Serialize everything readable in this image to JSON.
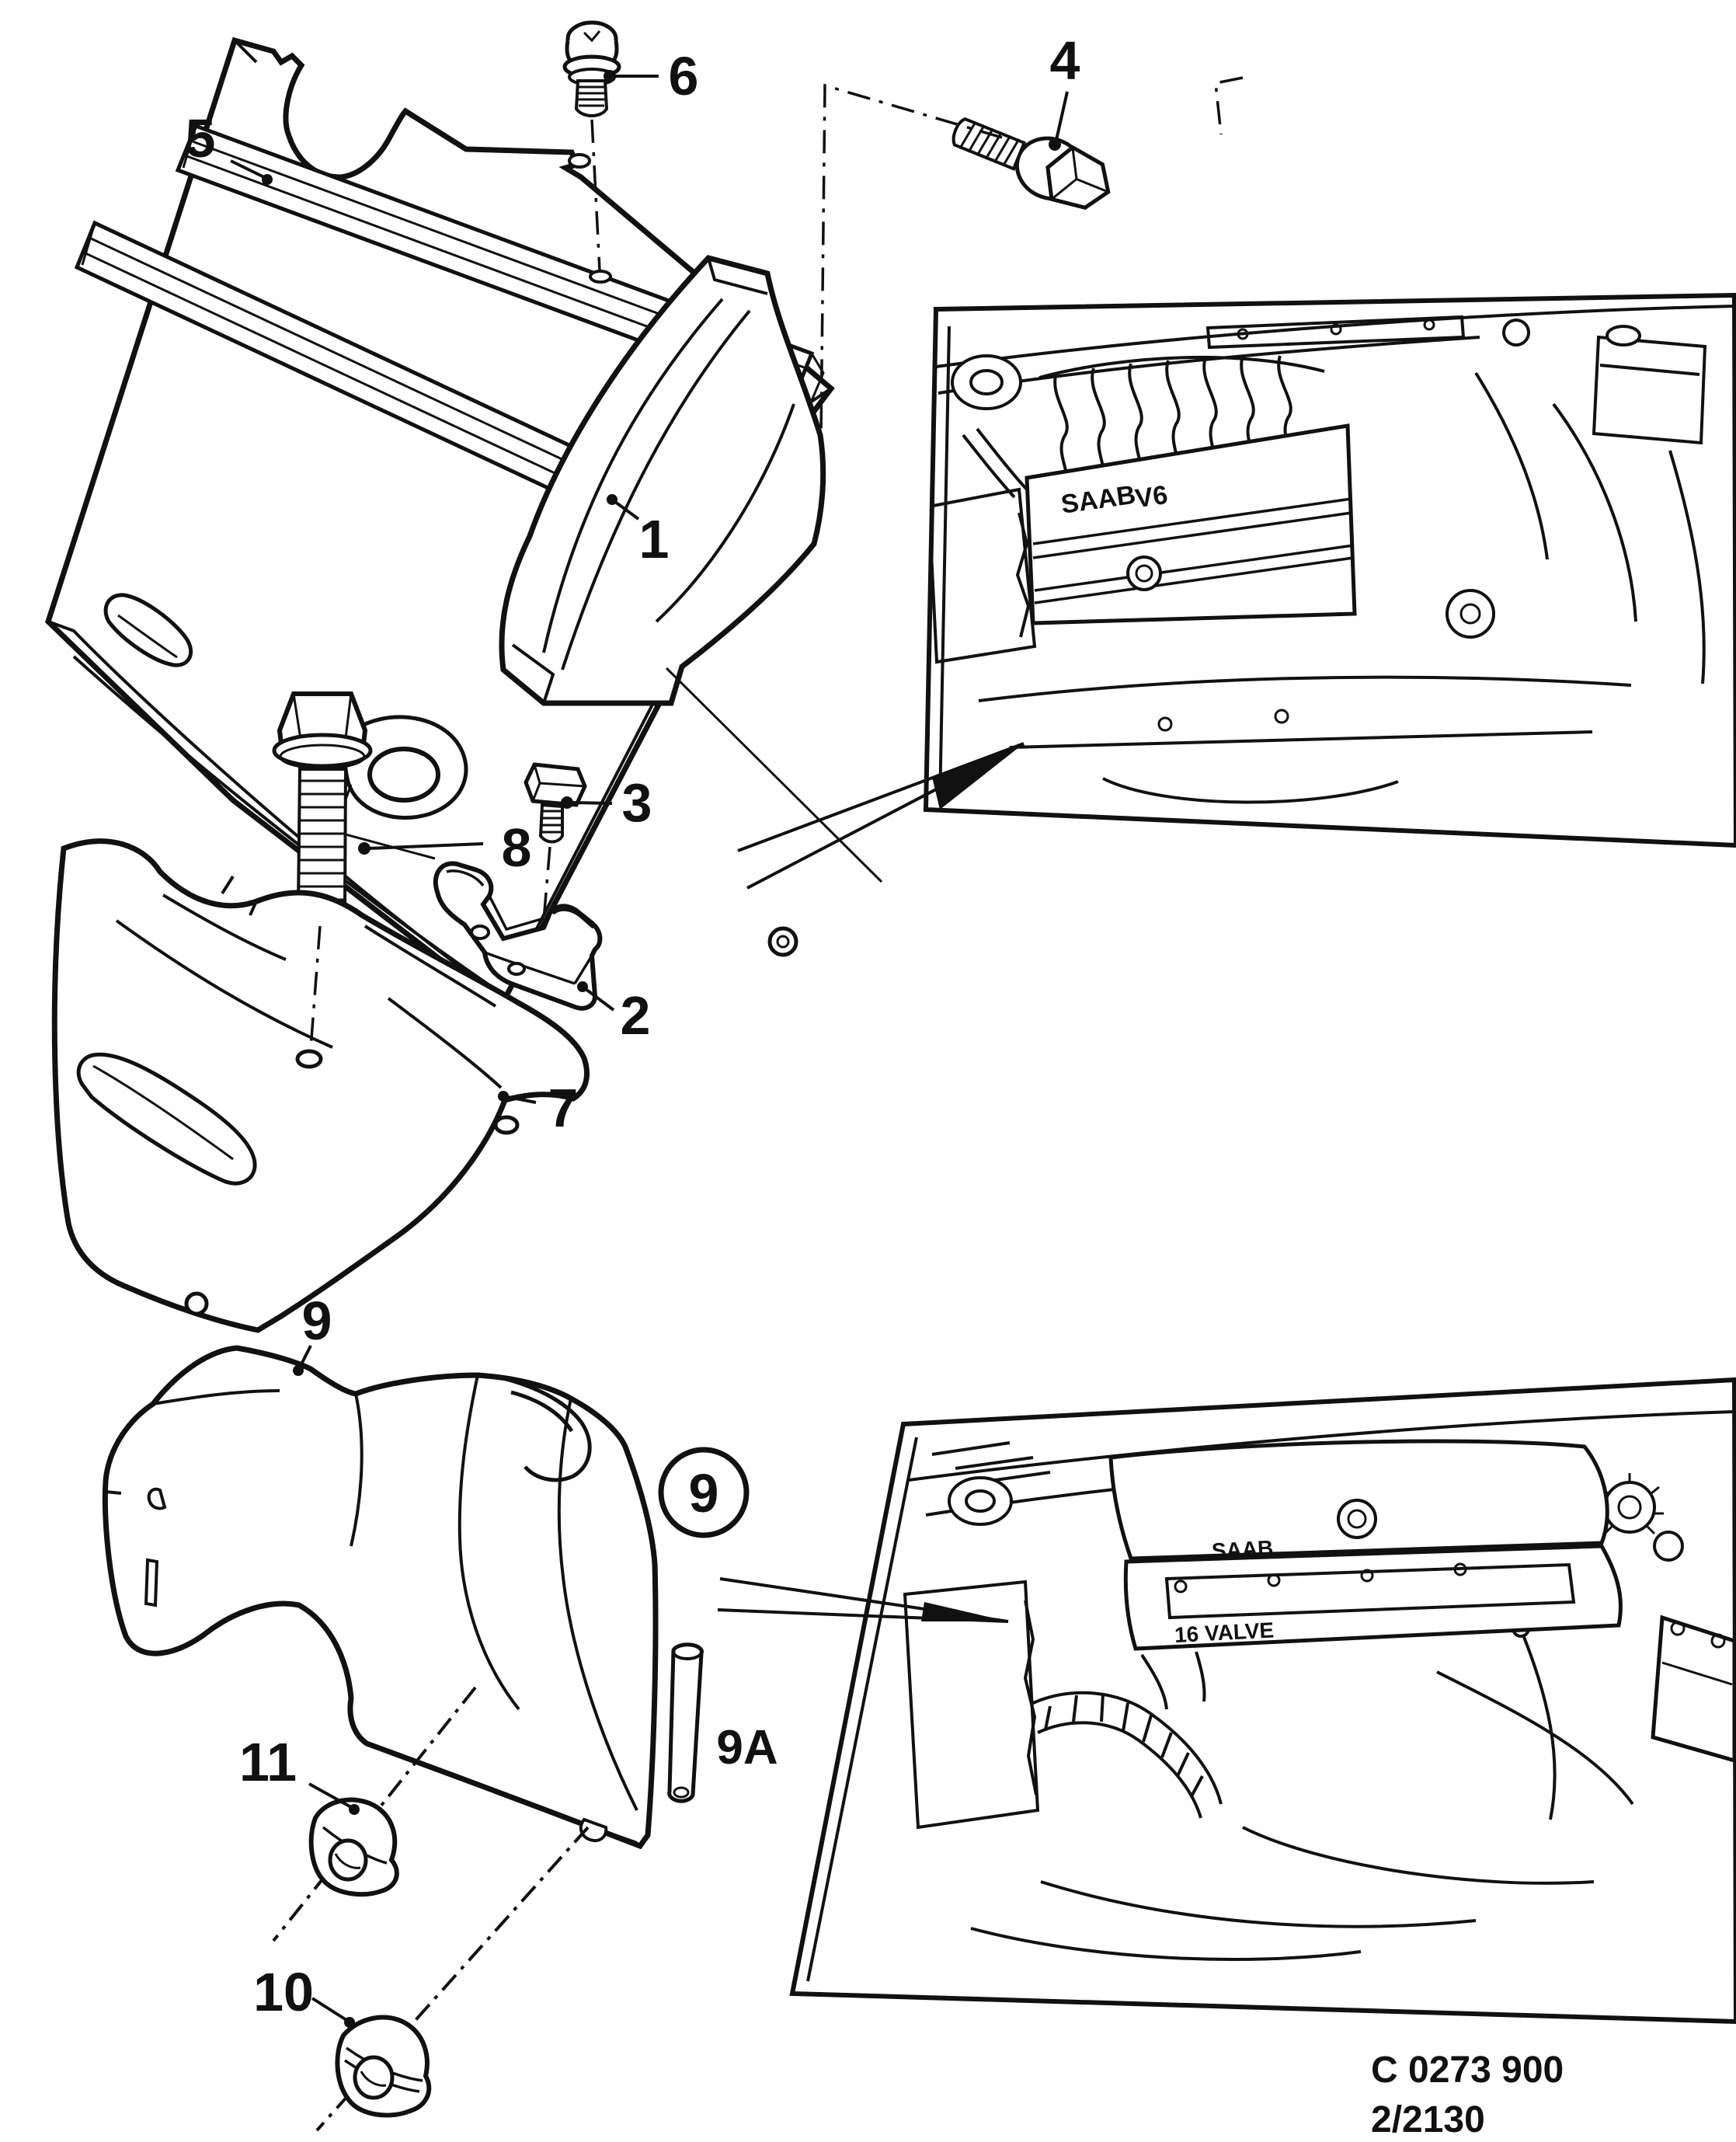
{
  "figure": {
    "kind": "parts-exploded-diagram",
    "footer_code": "C 0273 900",
    "footer_page": "2/2130"
  },
  "callouts": {
    "c1": "1",
    "c2": "2",
    "c3": "3",
    "c4": "4",
    "c5": "5",
    "c6": "6",
    "c7": "7",
    "c8": "8",
    "c9": "9",
    "c9_circled": "9",
    "c9a": "9A",
    "c10": "10",
    "c11": "11"
  },
  "engine_labels": {
    "v6_brand": "SAAB",
    "v6_model": "V6",
    "i4_brand": "SAAB",
    "i4_model": "16 VALVE"
  },
  "colors": {
    "ink": "#111111",
    "paper": "#ffffff"
  }
}
